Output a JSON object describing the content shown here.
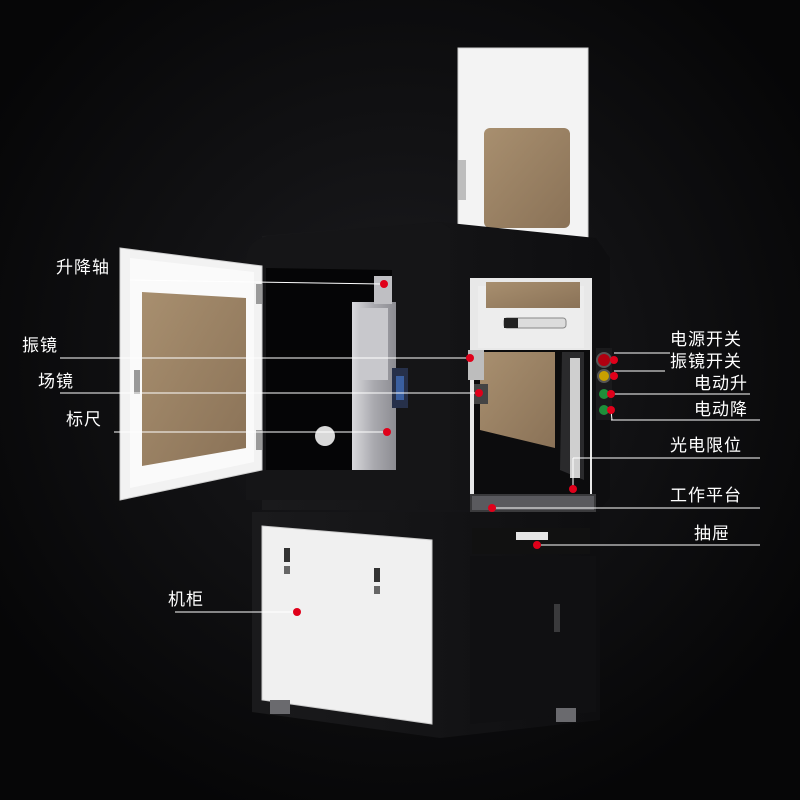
{
  "labels": {
    "lift_axis": "升降轴",
    "galvo": "振镜",
    "field_lens": "场镜",
    "ruler": "标尺",
    "power_switch": "电源开关",
    "galvo_switch": "振镜开关",
    "motor_up": "电动升",
    "motor_down": "电动降",
    "photo_limit": "光电限位",
    "work_table": "工作平台",
    "drawer": "抽屉",
    "cabinet": "机柜"
  },
  "colors": {
    "background": "#0b0b0c",
    "machine_body": "#141416",
    "panel_white": "#f2f2f2",
    "window_brown": "#9c8466",
    "marker_red": "#e0001a",
    "leader_line": "#ffffff"
  }
}
